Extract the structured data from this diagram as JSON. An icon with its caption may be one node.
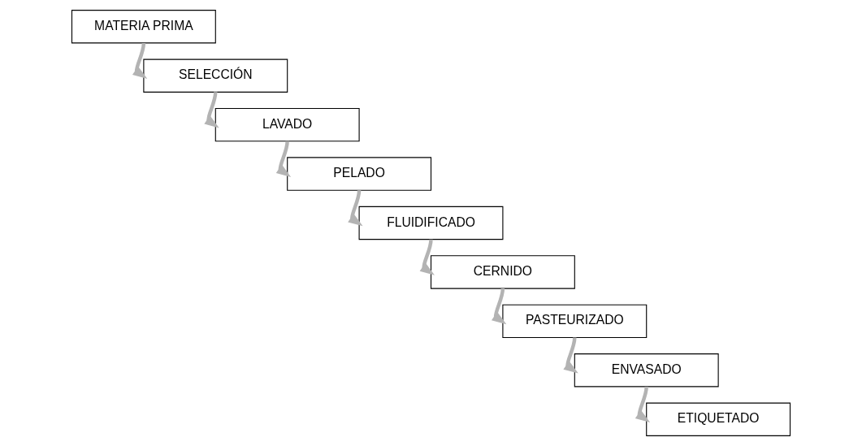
{
  "diagram": {
    "nodes": [
      {
        "text": [
          "MATERIA PRIMA"
        ]
      },
      {
        "text": [
          "SELECCIÓN"
        ]
      },
      {
        "text": [
          "LAVADO"
        ]
      },
      {
        "text": [
          "PELADO"
        ]
      },
      {
        "text": [
          "FLUIDIFICADO"
        ]
      },
      {
        "text": [
          "CERNIDO"
        ]
      },
      {
        "text": [
          "PASTEURIZADO"
        ]
      },
      {
        "text": [
          "ENVASADO"
        ]
      },
      {
        "text": [
          "ETIQUETADO"
        ]
      }
    ],
    "edges": [
      {
        "from": 0,
        "to": 1,
        "arrow": "to"
      },
      {
        "from": 1,
        "to": 2,
        "arrow": "to"
      },
      {
        "from": 2,
        "to": 3,
        "arrow": "to"
      },
      {
        "from": 3,
        "to": 4,
        "arrow": "to"
      },
      {
        "from": 4,
        "to": 5,
        "arrow": "to"
      },
      {
        "from": 5,
        "to": 6,
        "arrow": "to"
      },
      {
        "from": 6,
        "to": 7,
        "arrow": "to"
      },
      {
        "from": 7,
        "to": 8,
        "arrow": "to"
      }
    ]
  }
}
